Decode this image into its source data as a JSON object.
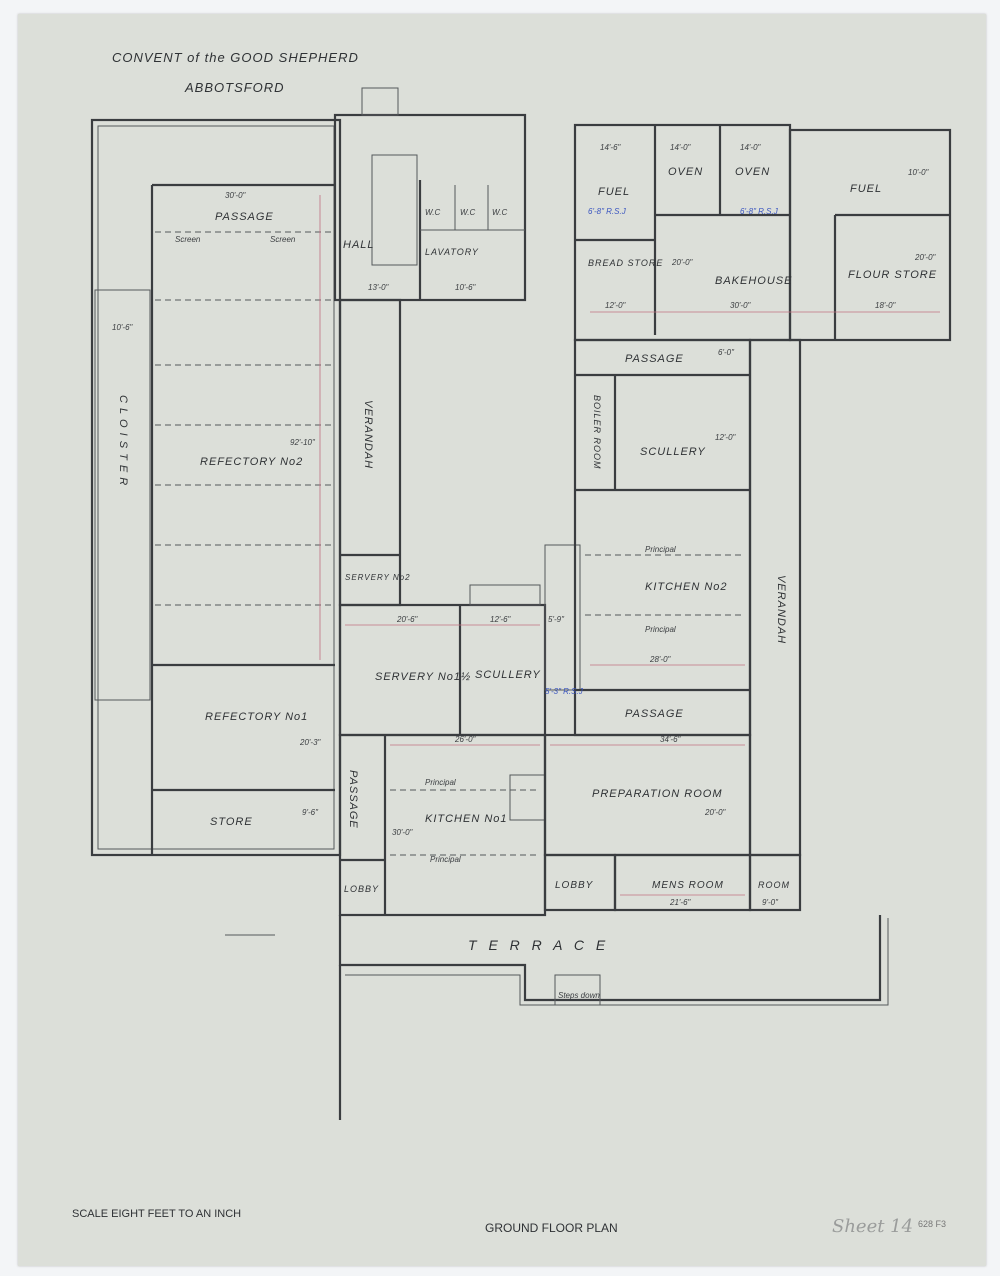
{
  "title": {
    "line1": "CONVENT of the GOOD SHEPHERD",
    "line2": "ABBOTSFORD"
  },
  "plan_title": "GROUND FLOOR PLAN",
  "scale": "SCALE  EIGHT FEET TO AN INCH",
  "sheet": {
    "handwritten": "Sheet 14",
    "code": "628 F3"
  },
  "colors": {
    "paper": "#dcdfd9",
    "ink": "#3a3d40",
    "dimension_line": "#c07080",
    "blue_note": "#3a55c0"
  },
  "rooms": {
    "passage_top": "PASSAGE",
    "screen_left": "Screen",
    "screen_right": "Screen",
    "hall": "HALL",
    "lavatory": "LAVATORY",
    "wc1": "W.C",
    "wc2": "W.C",
    "wc3": "W.C",
    "cloister": "C L O I S T E R",
    "refectory2": "REFECTORY No2",
    "verandah_left": "VERANDAH",
    "servery2": "SERVERY No2",
    "refectory1": "REFECTORY No1",
    "servery1": "SERVERY No1½",
    "scullery_mid": "SCULLERY",
    "store": "STORE",
    "passage_left": "PASSAGE",
    "kitchen1": "KITCHEN No1",
    "lobby_left": "LOBBY",
    "fuel_left": "FUEL",
    "oven1": "OVEN",
    "oven2": "OVEN",
    "fuel_right": "FUEL",
    "bread_store": "BREAD STORE",
    "bakehouse": "BAKEHOUSE",
    "flour_store": "FLOUR STORE",
    "passage_right": "PASSAGE",
    "boiler_room": "BOILER ROOM",
    "scullery_right": "SCULLERY",
    "kitchen2": "KITCHEN No2",
    "verandah_right": "VERANDAH",
    "passage_lower": "PASSAGE",
    "preparation_room": "PREPARATION ROOM",
    "lobby_right": "LOBBY",
    "mens_room": "MENS ROOM",
    "room": "ROOM",
    "terrace": "T E R R A C E",
    "steps_down": "Steps down",
    "principal": "Principal"
  },
  "dimensions": {
    "passage_top": "30'-0\"",
    "hall": "13'-0\"",
    "lavatory": "10'-6\"",
    "cloister": "10'-6\"",
    "refectory2": "92'-10\"",
    "refectory1": "20'-3\"",
    "servery1": "20'-6\"",
    "scullery_mid": "12'-6\"",
    "stair": "5'-9\"",
    "kitchen1_w": "26'-0\"",
    "kitchen1_h": "30'-0\"",
    "store": "9'-6\"",
    "fuel_left": "14'-6\"",
    "oven1": "14'-0\"",
    "oven2": "14'-0\"",
    "fuel_right": "10'-0\"",
    "bread_store": "12'-0\"",
    "bakehouse_w": "30'-0\"",
    "bakehouse_h": "20'-0\"",
    "flour_store": "18'-0\"",
    "flour_store_h": "20'-0\"",
    "passage_right": "6'-0\"",
    "scullery_right": "12'-0\"",
    "kitchen2": "28'-0\"",
    "prep_w": "34'-6\"",
    "prep_h": "20'-0\"",
    "mens_room": "21'-6\"",
    "room": "9'-0\"",
    "blue_note1": "6'-8\" R.S.J",
    "blue_note2": "6'-8\" R.S.J",
    "blue_note3": "5'-3\" R.S.J"
  }
}
